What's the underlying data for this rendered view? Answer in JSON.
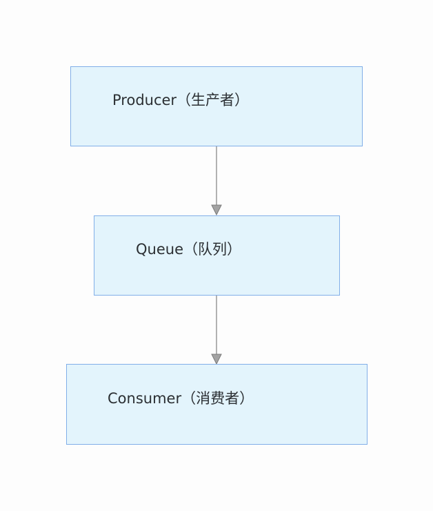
{
  "diagram": {
    "nodes": [
      {
        "id": "producer",
        "label": "Producer（生产者）"
      },
      {
        "id": "queue",
        "label": "Queue（队列）"
      },
      {
        "id": "consumer",
        "label": "Consumer（消费者）"
      }
    ],
    "edges": [
      {
        "from": "producer",
        "to": "queue"
      },
      {
        "from": "queue",
        "to": "consumer"
      }
    ],
    "colors": {
      "node_fill": "#e3f4fc",
      "node_border": "#80aee8",
      "edge": "#8a8a8a",
      "text": "#2b2f33"
    }
  }
}
